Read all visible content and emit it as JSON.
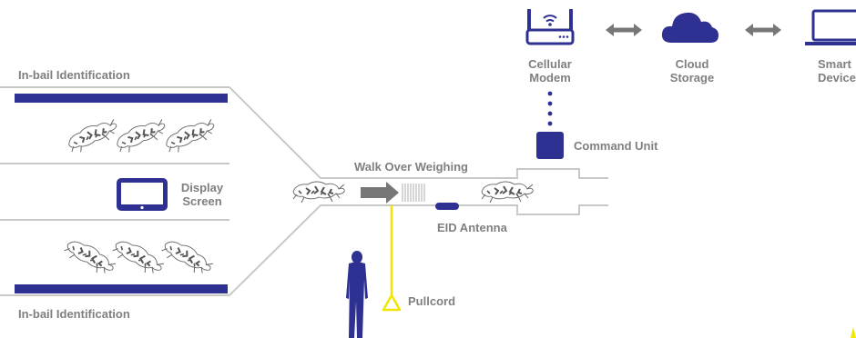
{
  "labels": {
    "in_bail_top": "In-bail Identification",
    "in_bail_bottom": "In-bail Identification",
    "display_screen": [
      "Display",
      "Screen"
    ],
    "walk_over_weighing": "Walk Over Weighing",
    "eid_antenna": "EID Antenna",
    "pullcord": "Pullcord",
    "command_unit": "Command Unit",
    "cellular_modem": [
      "Cellular",
      "Modem"
    ],
    "cloud_storage": [
      "Cloud",
      "Storage"
    ],
    "smart_device": [
      "Smart",
      "Device"
    ]
  },
  "colors": {
    "navy": "#2e3192",
    "gray": "#7f7f7f",
    "outline": "#c8c8c8",
    "yellow": "#f2e500"
  },
  "icons": [
    "router-icon",
    "cloud-icon",
    "laptop-icon",
    "tablet-icon",
    "person-icon",
    "sheep-icon",
    "arrow-icon",
    "antenna-icon",
    "pullcord-icon"
  ]
}
